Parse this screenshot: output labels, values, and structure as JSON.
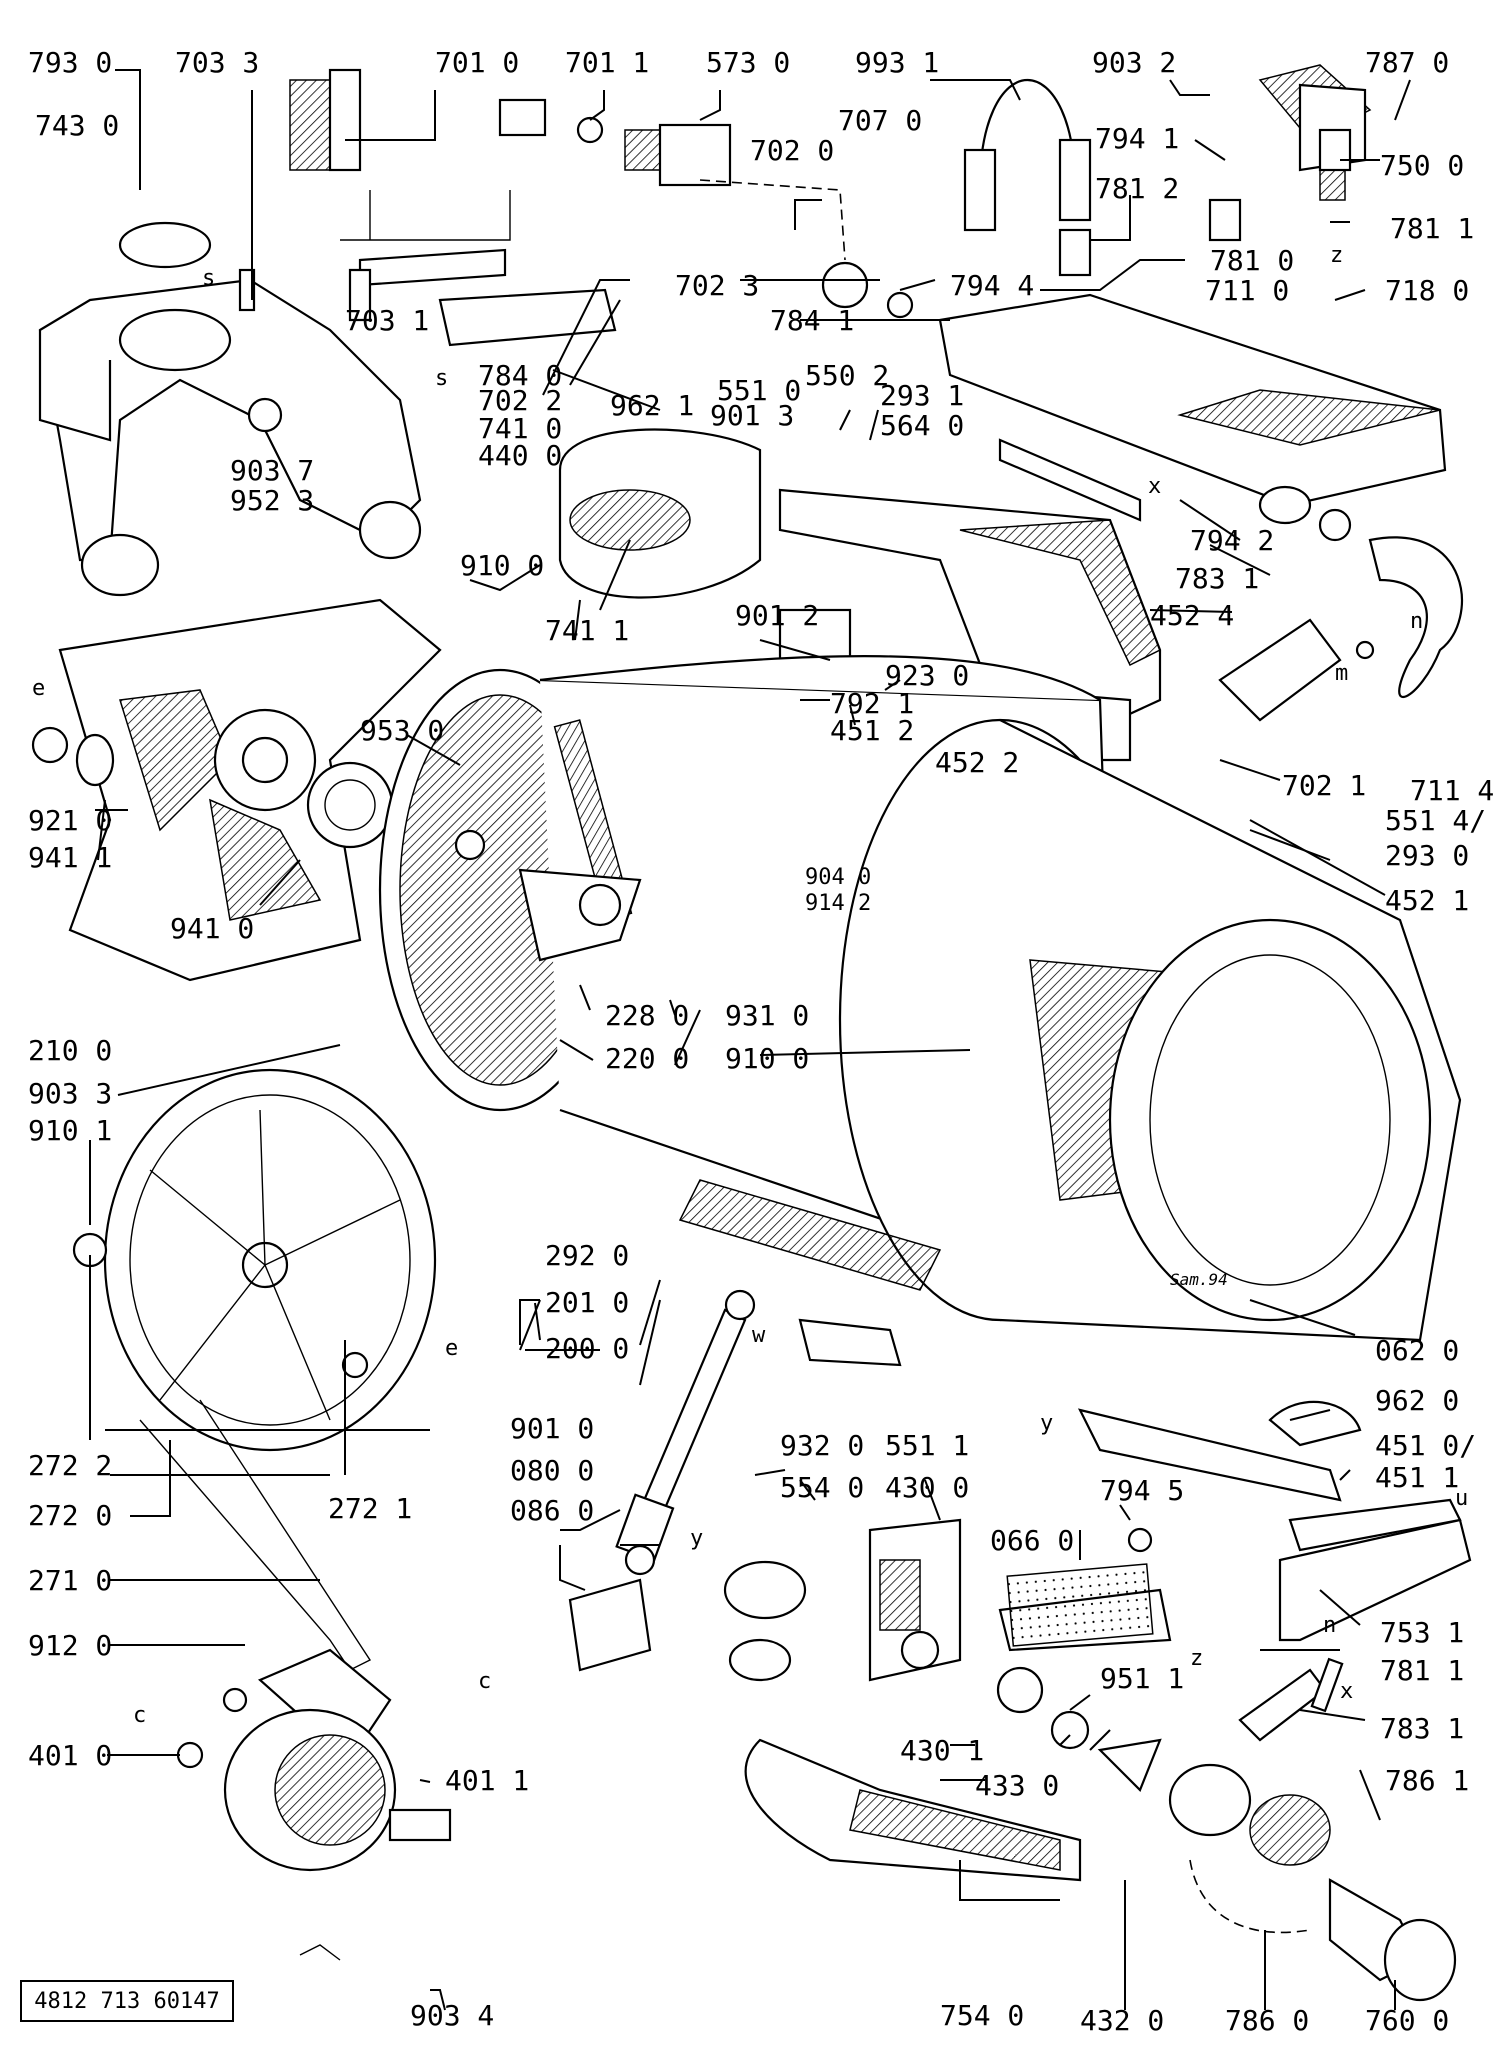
{
  "diagram_id": "4812 713 60147",
  "signature": "Sam.94",
  "labels": {
    "p793_0": "793 0",
    "p703_3": "703 3",
    "p701_0": "701 0",
    "p701_1": "701 1",
    "p573_0": "573 0",
    "p993_1": "993 1",
    "p903_2": "903 2",
    "p787_0": "787 0",
    "p743_0": "743 0",
    "p707_0": "707 0",
    "p702_0": "702 0",
    "p794_1": "794 1",
    "p750_0": "750 0",
    "p781_2": "781 2",
    "p781_1a": "781 1",
    "p781_0": "781 0",
    "p702_3": "702 3",
    "p794_4": "794 4",
    "p711_0": "711 0",
    "p718_0": "718 0",
    "p703_1": "703 1",
    "p784_1": "784 1",
    "p784_0": "784 0",
    "p550_2": "550 2",
    "p702_2": "702 2",
    "p551_0": "551 0",
    "p293_1": "293 1",
    "p962_1": "962 1",
    "p901_3": "901 3",
    "p564_0": "564 0",
    "p741_0": "741 0",
    "p440_0": "440 0",
    "p903_7": "903 7",
    "p952_3": "952 3",
    "p794_2": "794 2",
    "p783_1a": "783 1",
    "p452_4": "452 4",
    "p910_0a": "910 0",
    "p741_1": "741 1",
    "p901_2": "901 2",
    "p923_0": "923 0",
    "p792_1": "792 1",
    "p451_2": "451 2",
    "p452_2": "452 2",
    "p702_1": "702 1",
    "p711_4": "711 4",
    "p953_0": "953 0",
    "p921_0": "921 0",
    "p941_1": "941 1",
    "p941_0": "941 0",
    "p904_0": "904 0",
    "p914_2": "914 2",
    "p551_4": "551 4/",
    "p293_0": "293 0",
    "p452_1": "452 1",
    "p228_0": "228 0",
    "p931_0": "931 0",
    "p220_0": "220 0",
    "p910_0b": "910 0",
    "p210_0": "210 0",
    "p903_3": "903 3",
    "p910_1": "910 1",
    "p292_0": "292 0",
    "p201_0": "201 0",
    "p200_0": "200 0",
    "p062_0": "062 0",
    "p962_0": "962 0",
    "p901_0": "901 0",
    "p932_0": "932 0",
    "p551_1": "551 1",
    "p451_0": "451 0/",
    "p451_1": "451 1",
    "p080_0": "080 0",
    "p554_0": "554 0",
    "p430_0": "430 0",
    "p272_2": "272 2",
    "p272_1": "272 1",
    "p794_5": "794 5",
    "p086_0": "086 0",
    "p066_0": "066 0",
    "p272_0": "272 0",
    "p271_0": "271 0",
    "p753_1": "753 1",
    "p781_1b": "781 1",
    "p912_0": "912 0",
    "p951_1": "951 1",
    "p783_1b": "783 1",
    "p430_1": "430 1",
    "p401_0": "401 0",
    "p401_1": "401 1",
    "p433_0": "433 0",
    "p786_1": "786 1",
    "p903_4": "903 4",
    "p754_0": "754 0",
    "p432_0": "432 0",
    "p786_0": "786 0",
    "p760_0": "760 0"
  },
  "markers": {
    "s1": "s",
    "s2": "s",
    "e1": "e",
    "e2": "e",
    "n1": "n",
    "n2": "n",
    "m": "m",
    "x1": "x",
    "x2": "x",
    "y1": "y",
    "y2": "y",
    "z1": "z",
    "z2": "z",
    "c1": "c",
    "c2": "c",
    "w": "w",
    "u": "u"
  }
}
